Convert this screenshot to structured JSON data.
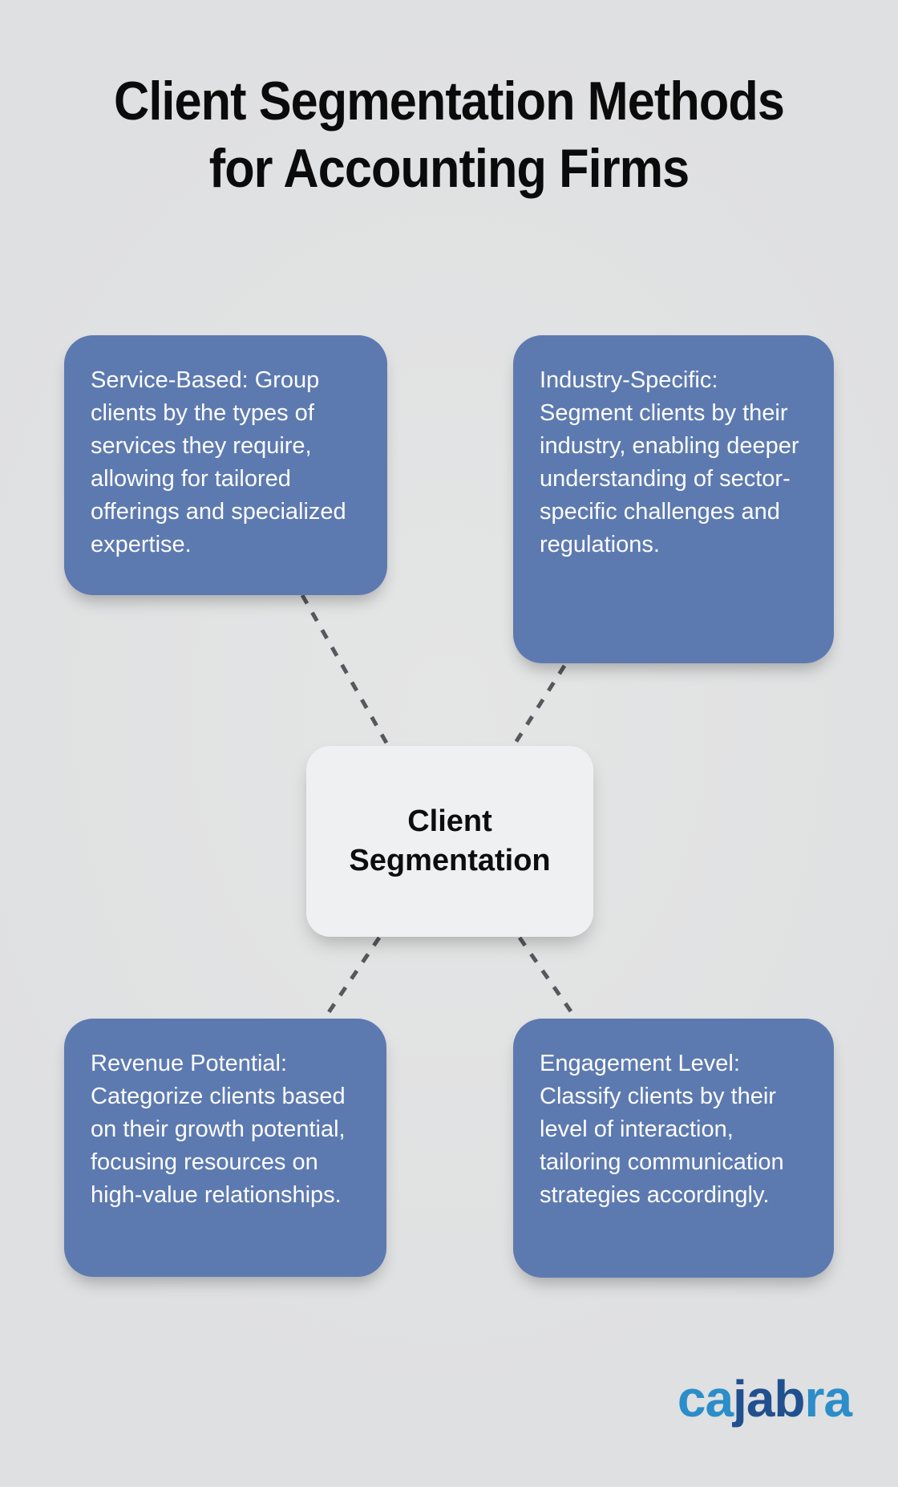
{
  "title": {
    "line1": "Client Segmentation Methods",
    "line2": "for Accounting Firms"
  },
  "center_node": {
    "line1": "Client",
    "line2": "Segmentation"
  },
  "nodes": [
    {
      "id": "service-based",
      "text": "Service-Based: Group clients by the types of services they require, allowing for tailored offerings and specialized expertise."
    },
    {
      "id": "industry-specific",
      "text": "Industry-Specific: Segment clients by their industry, enabling deeper understanding of sector-specific challenges and regulations."
    },
    {
      "id": "revenue-potential",
      "text": "Revenue Potential: Categorize clients based on their growth potential, focusing resources on high-value relationships."
    },
    {
      "id": "engagement-level",
      "text": "Engagement Level: Classify clients by their level of interaction, tailoring communication strategies accordingly."
    }
  ],
  "logo": {
    "part1": "ca",
    "part2": "jab",
    "part3": "ra"
  },
  "colors": {
    "background": "#dfe0e1",
    "background_hi": "#e4e5e5",
    "title_text": "#0b0b0b",
    "node_fill": "#5d7ab0",
    "node_text": "#fdfdfd",
    "center_fill": "#eff0f2",
    "center_text": "#0d0d0d",
    "connector": "#55585c",
    "logo_light": "#2b8dc9",
    "logo_dark": "#21508f"
  }
}
